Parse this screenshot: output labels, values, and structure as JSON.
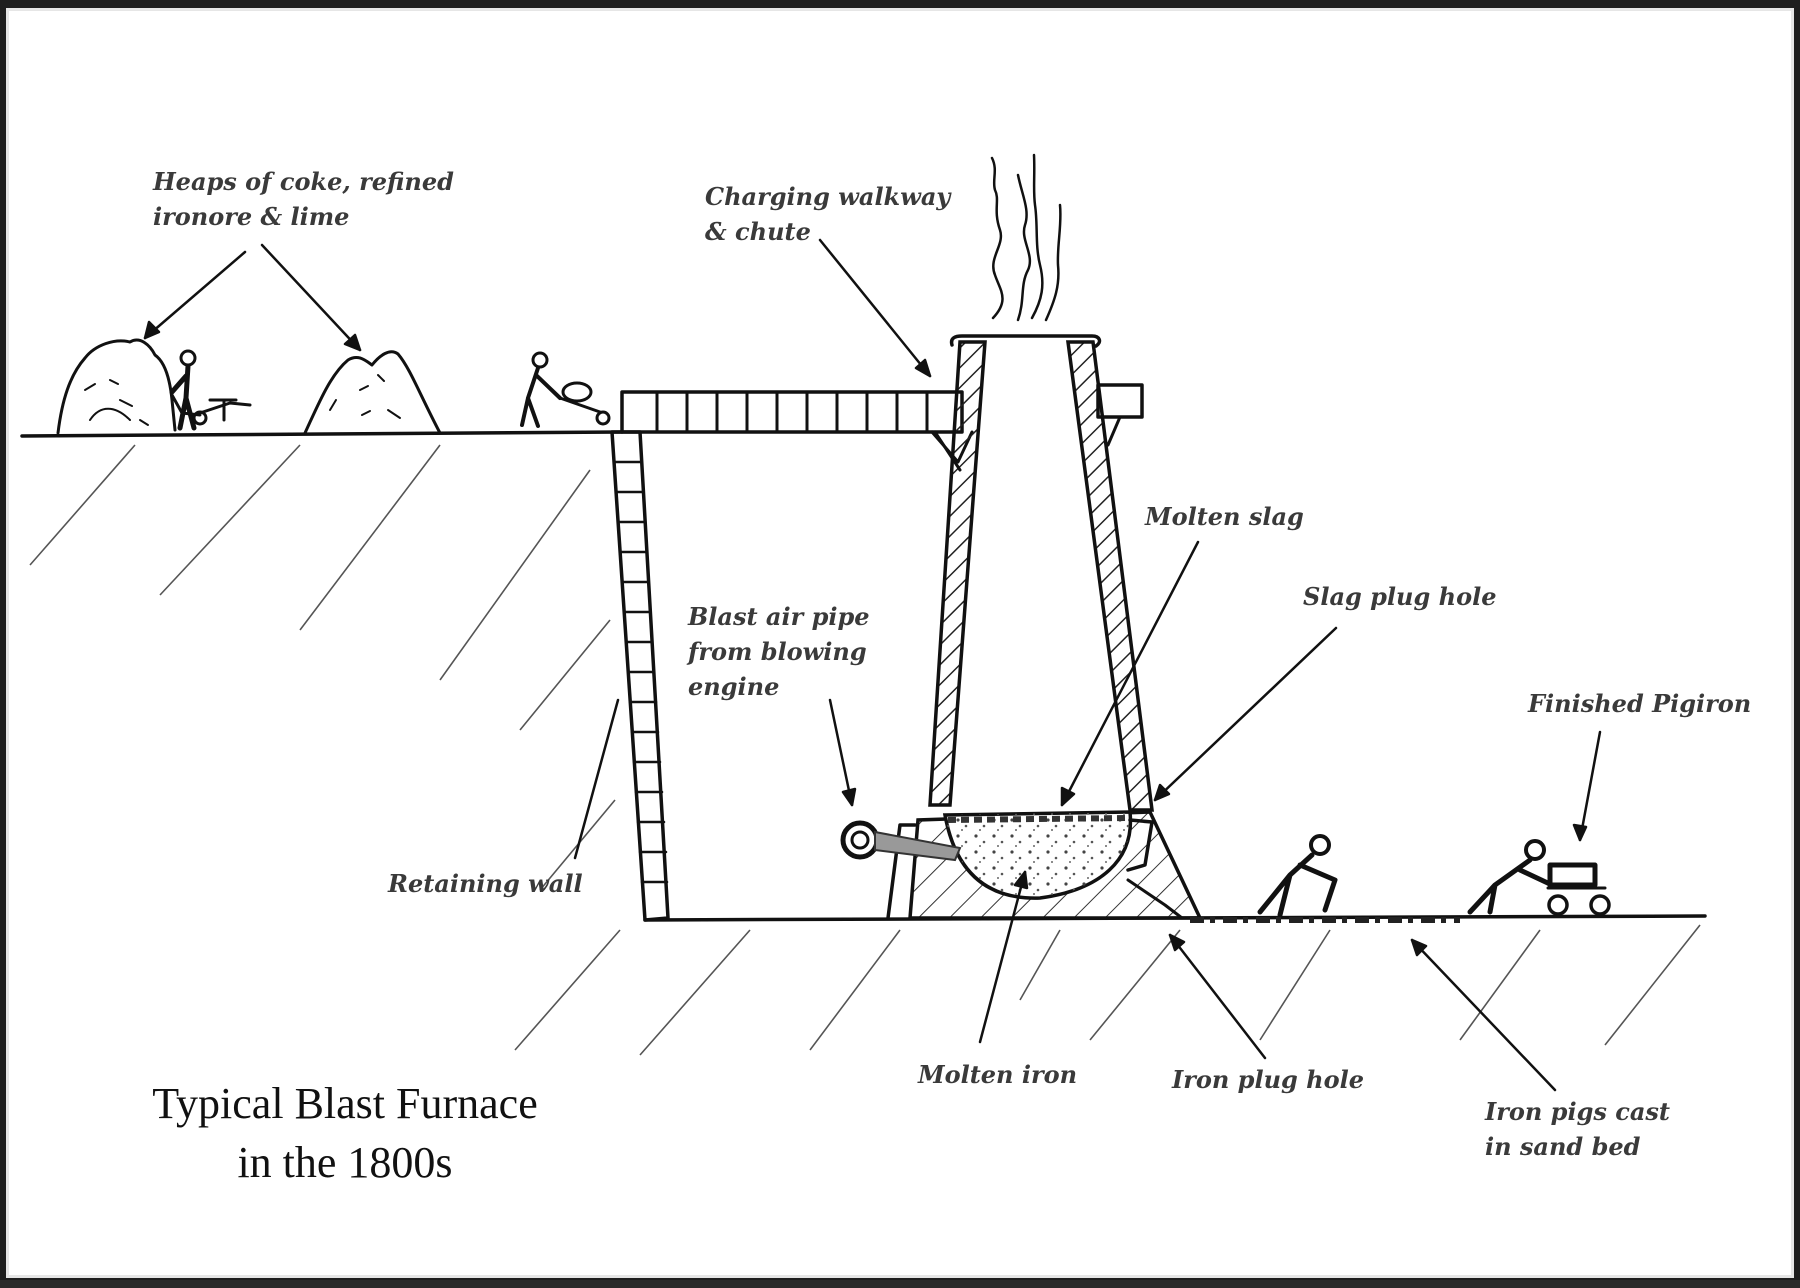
{
  "title": {
    "line1": "Typical Blast Furnace",
    "line2": "in the 1800s"
  },
  "labels": {
    "heaps": {
      "line1": "Heaps of coke, refined",
      "line2": "ironore & lime"
    },
    "charging": {
      "line1": "Charging walkway",
      "line2": "& chute"
    },
    "molten_slag": "Molten slag",
    "slag_plug_hole": "Slag plug hole",
    "blast_air": {
      "line1": "Blast air pipe",
      "line2": "from blowing",
      "line3": "engine"
    },
    "finished_pigiron": "Finished Pigiron",
    "retaining_wall": "Retaining wall",
    "molten_iron": "Molten iron",
    "iron_plug_hole": "Iron plug hole",
    "iron_pigs": {
      "line1": "Iron pigs cast",
      "line2": "in sand bed"
    }
  },
  "colors": {
    "ink": "#111111",
    "label": "#3a3a3a",
    "paper": "#ffffff",
    "frame": "#1e1e1e"
  }
}
